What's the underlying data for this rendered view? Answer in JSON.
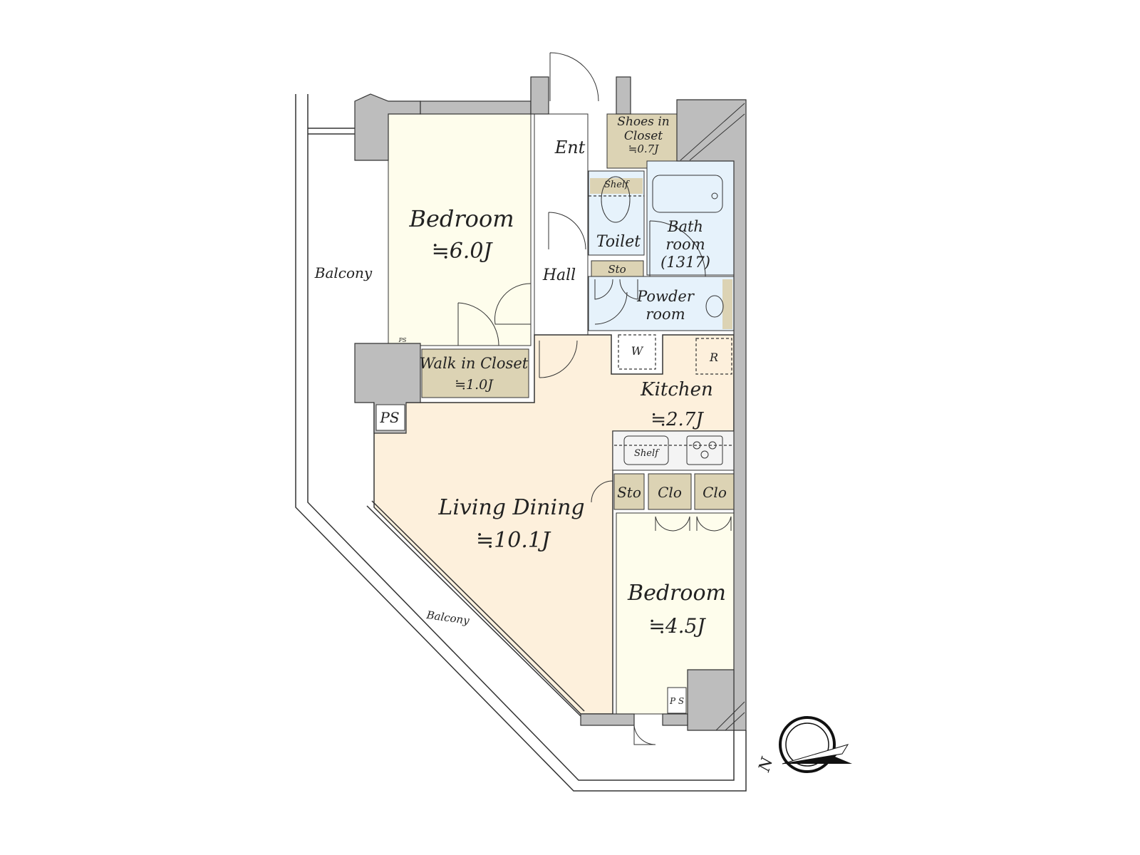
{
  "colors": {
    "bedroom": "#fefdec",
    "living": "#fdf0dc",
    "wet_area": "#e6f2fb",
    "storage": "#dcd3b4",
    "wall": "#bdbdbd"
  },
  "rooms": {
    "bedroom1": {
      "name": "Bedroom",
      "size": "≒6.0J"
    },
    "walk_in_closet": {
      "name": "Walk in Closet",
      "size": "≒1.0J"
    },
    "entrance": {
      "name": "Ent"
    },
    "hall": {
      "name": "Hall"
    },
    "shoes_closet": {
      "name1": "Shoes in",
      "name2": "Closet",
      "size": "≒0.7J"
    },
    "toilet": {
      "name": "Toilet",
      "shelf": "Shelf"
    },
    "toilet_storage": {
      "name": "Sto"
    },
    "bathroom": {
      "name1": "Bath",
      "name2": "room",
      "spec": "(1317)"
    },
    "powder_room": {
      "name1": "Powder",
      "name2": "room"
    },
    "washer": {
      "name": "W"
    },
    "refrigerator": {
      "name": "R"
    },
    "kitchen": {
      "name": "Kitchen",
      "size": "≒2.7J",
      "shelf": "Shelf"
    },
    "living_dining": {
      "name": "Living Dining",
      "size": "≒10.1J"
    },
    "storage": {
      "name": "Sto"
    },
    "closet1": {
      "name": "Clo"
    },
    "closet2": {
      "name": "Clo"
    },
    "bedroom2": {
      "name": "Bedroom",
      "size": "≒4.5J"
    },
    "ps1": {
      "name": "PS"
    },
    "ps2": {
      "name": "PS"
    },
    "ps3": {
      "name": "P S"
    },
    "balcony_west": {
      "name": "Balcony"
    },
    "balcony_south": {
      "name": "Balcony"
    }
  },
  "compass": {
    "label": "N",
    "icon": "compass-north-arrow-icon"
  }
}
